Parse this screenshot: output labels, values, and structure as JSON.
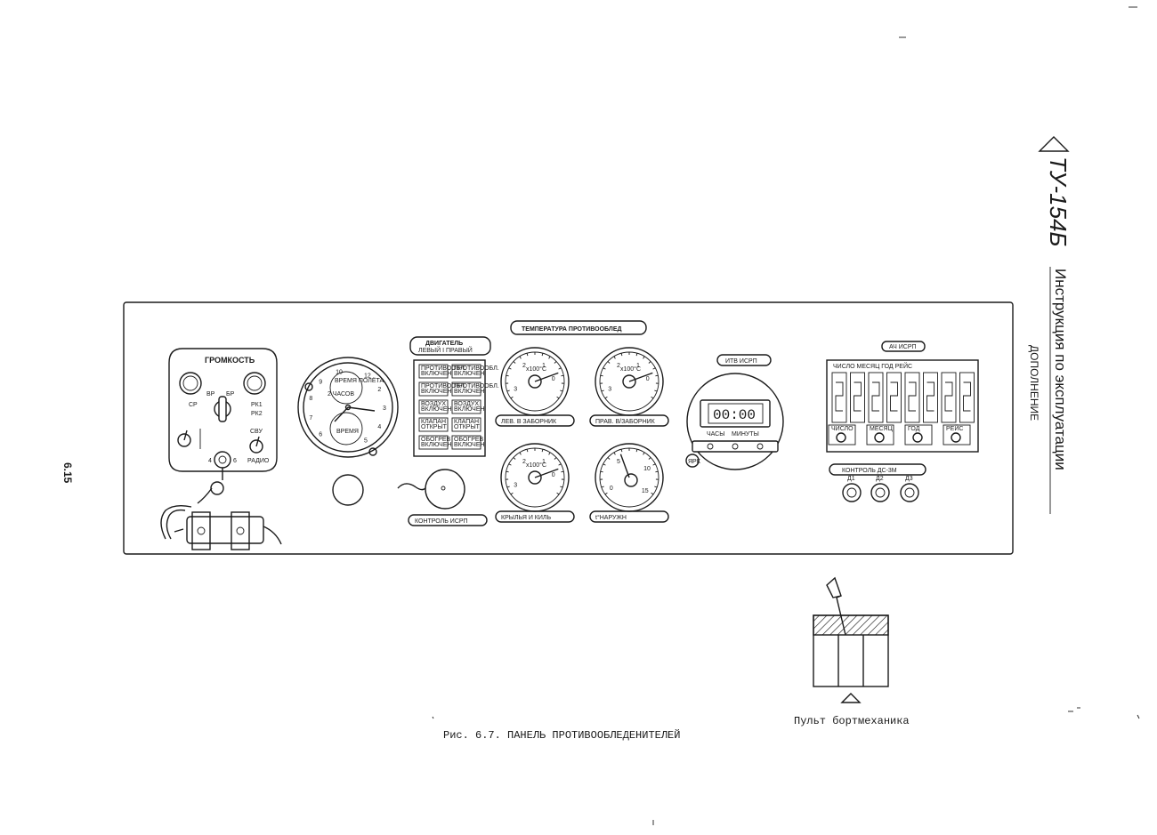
{
  "page_number": "6.15",
  "side_title": "Инструкция по эксплуатации",
  "side_subtitle": "ДОПОЛНЕНИЕ",
  "aircraft_code": "ТУ-154Б",
  "caption": "Рис. 6.7.  ПАНЕЛЬ ПРОТИВООБЛЕДЕНИТЕЛЕЙ",
  "console_label": "Пульт бортмеханика",
  "panel": {
    "volume": {
      "title": "ГРОМКОСТЬ",
      "labels": [
        "ВР",
        "БР",
        "РК1",
        "РК2",
        "СР"
      ],
      "bottom_left": "4",
      "bottom_right": "6",
      "toggle_right_top": "СВУ",
      "toggle_right_bottom": "РАДИО"
    },
    "clock": {
      "top_label": "ВРЕМЯ ПОЛЁТА",
      "left_label": "2 ЧАСОВ",
      "bottom_label": "ВРЕМЯ",
      "numerals": [
        "12",
        "2",
        "3",
        "4",
        "5",
        "6",
        "7",
        "8",
        "9",
        "10"
      ]
    },
    "engine": {
      "title_line1": "ДВИГАТЕЛЬ",
      "title_line2": "ЛЕВЫЙ I ПРАВЫЙ",
      "lamps_left": [
        "ПРОТИВООБЛ. ВКЛЮЧЕН",
        "ПРОТИВООБЛ. ВКЛЮЧЕН",
        "ВОЗДУХ ВКЛЮЧЕН",
        "КЛАПАН ОТКРЫТ",
        "ОБОГРЕВ ВКЛЮЧЕН"
      ],
      "lamps_right": [
        "ПРОТИВООБЛ. ВКЛЮЧЕН",
        "ПРОТИВООБЛ. ВКЛЮЧЕН",
        "ВОЗДУХ ВКЛЮЧЕН",
        "КЛАПАН ОТКРЫТ",
        "ОБОГРЕВ ВКЛЮЧЕН"
      ]
    },
    "temperature_title": "ТЕМПЕРАТУРА ПРОТИВООБЛЕД",
    "gauges": [
      {
        "label": "ЛЕВ. В ЗАБОРНИК",
        "unit": "х100°С",
        "ticks": [
          "3",
          "2",
          "1",
          "0"
        ]
      },
      {
        "label": "ПРАВ. В/ЗАБОРНИК",
        "unit": "х100°С",
        "ticks": [
          "3",
          "2",
          "1",
          "0"
        ]
      },
      {
        "label": "КРЫЛЬЯ И КИЛЬ",
        "unit": "х100°С",
        "ticks": [
          "3",
          "2",
          "1",
          "0"
        ]
      },
      {
        "label": "t°НАРУЖН",
        "unit": "",
        "ticks": [
          "0",
          "5",
          "10",
          "15"
        ]
      }
    ],
    "kontrol_label": "КОНТРОЛЬ ИСРП",
    "isrp": {
      "title": "ИТВ ИСРП",
      "display": "00:00",
      "hours": "ЧАСЫ",
      "minutes": "МИНУТЫ",
      "side_button": "ЯРК"
    },
    "date_counter": {
      "title": "АЧ ИСРП",
      "header": "ЧИСЛО  МЕСЯЦ ГОД  РЕЙС",
      "knob_labels": [
        "ЧИСЛО",
        "МЕСЯЦ",
        "ГОД",
        "РЕЙС"
      ]
    },
    "dc_control": {
      "title": "КОНТРОЛЬ ДС-3М",
      "labels": [
        "Д1",
        "Д2",
        "Д3"
      ]
    }
  }
}
